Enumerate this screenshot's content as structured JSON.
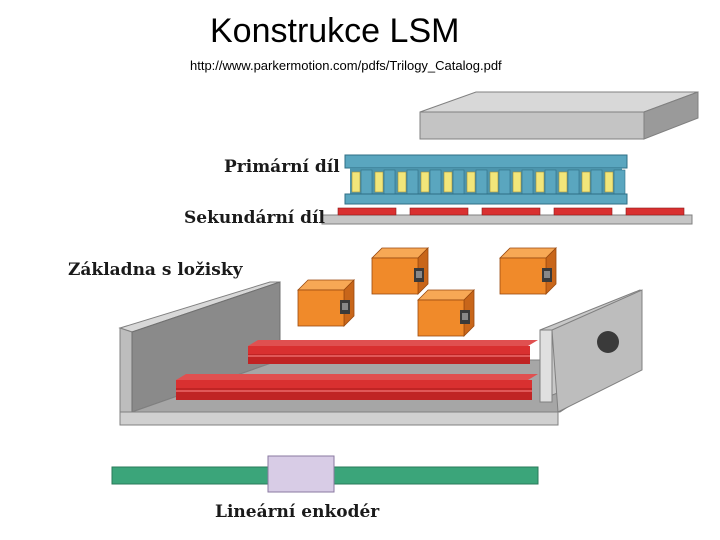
{
  "title": "Konstrukce LSM",
  "source_url": "http://www.parkermotion.com/pdfs/Trilogy_Catalog.pdf",
  "labels": {
    "primary": "Primární díl",
    "secondary": "Sekundární díl",
    "base": "Základna s ložisky",
    "encoder": "Lineární enkodér"
  },
  "colors": {
    "housing_gray": "#c0c0c0",
    "coil_blue": "#5aa6bf",
    "coil_yellow": "#f2e67a",
    "magnet_red": "#d93030",
    "bearing_orange": "#f08a2a",
    "encoder_green": "#3ba57a",
    "encoder_head": "#d8cce6"
  }
}
